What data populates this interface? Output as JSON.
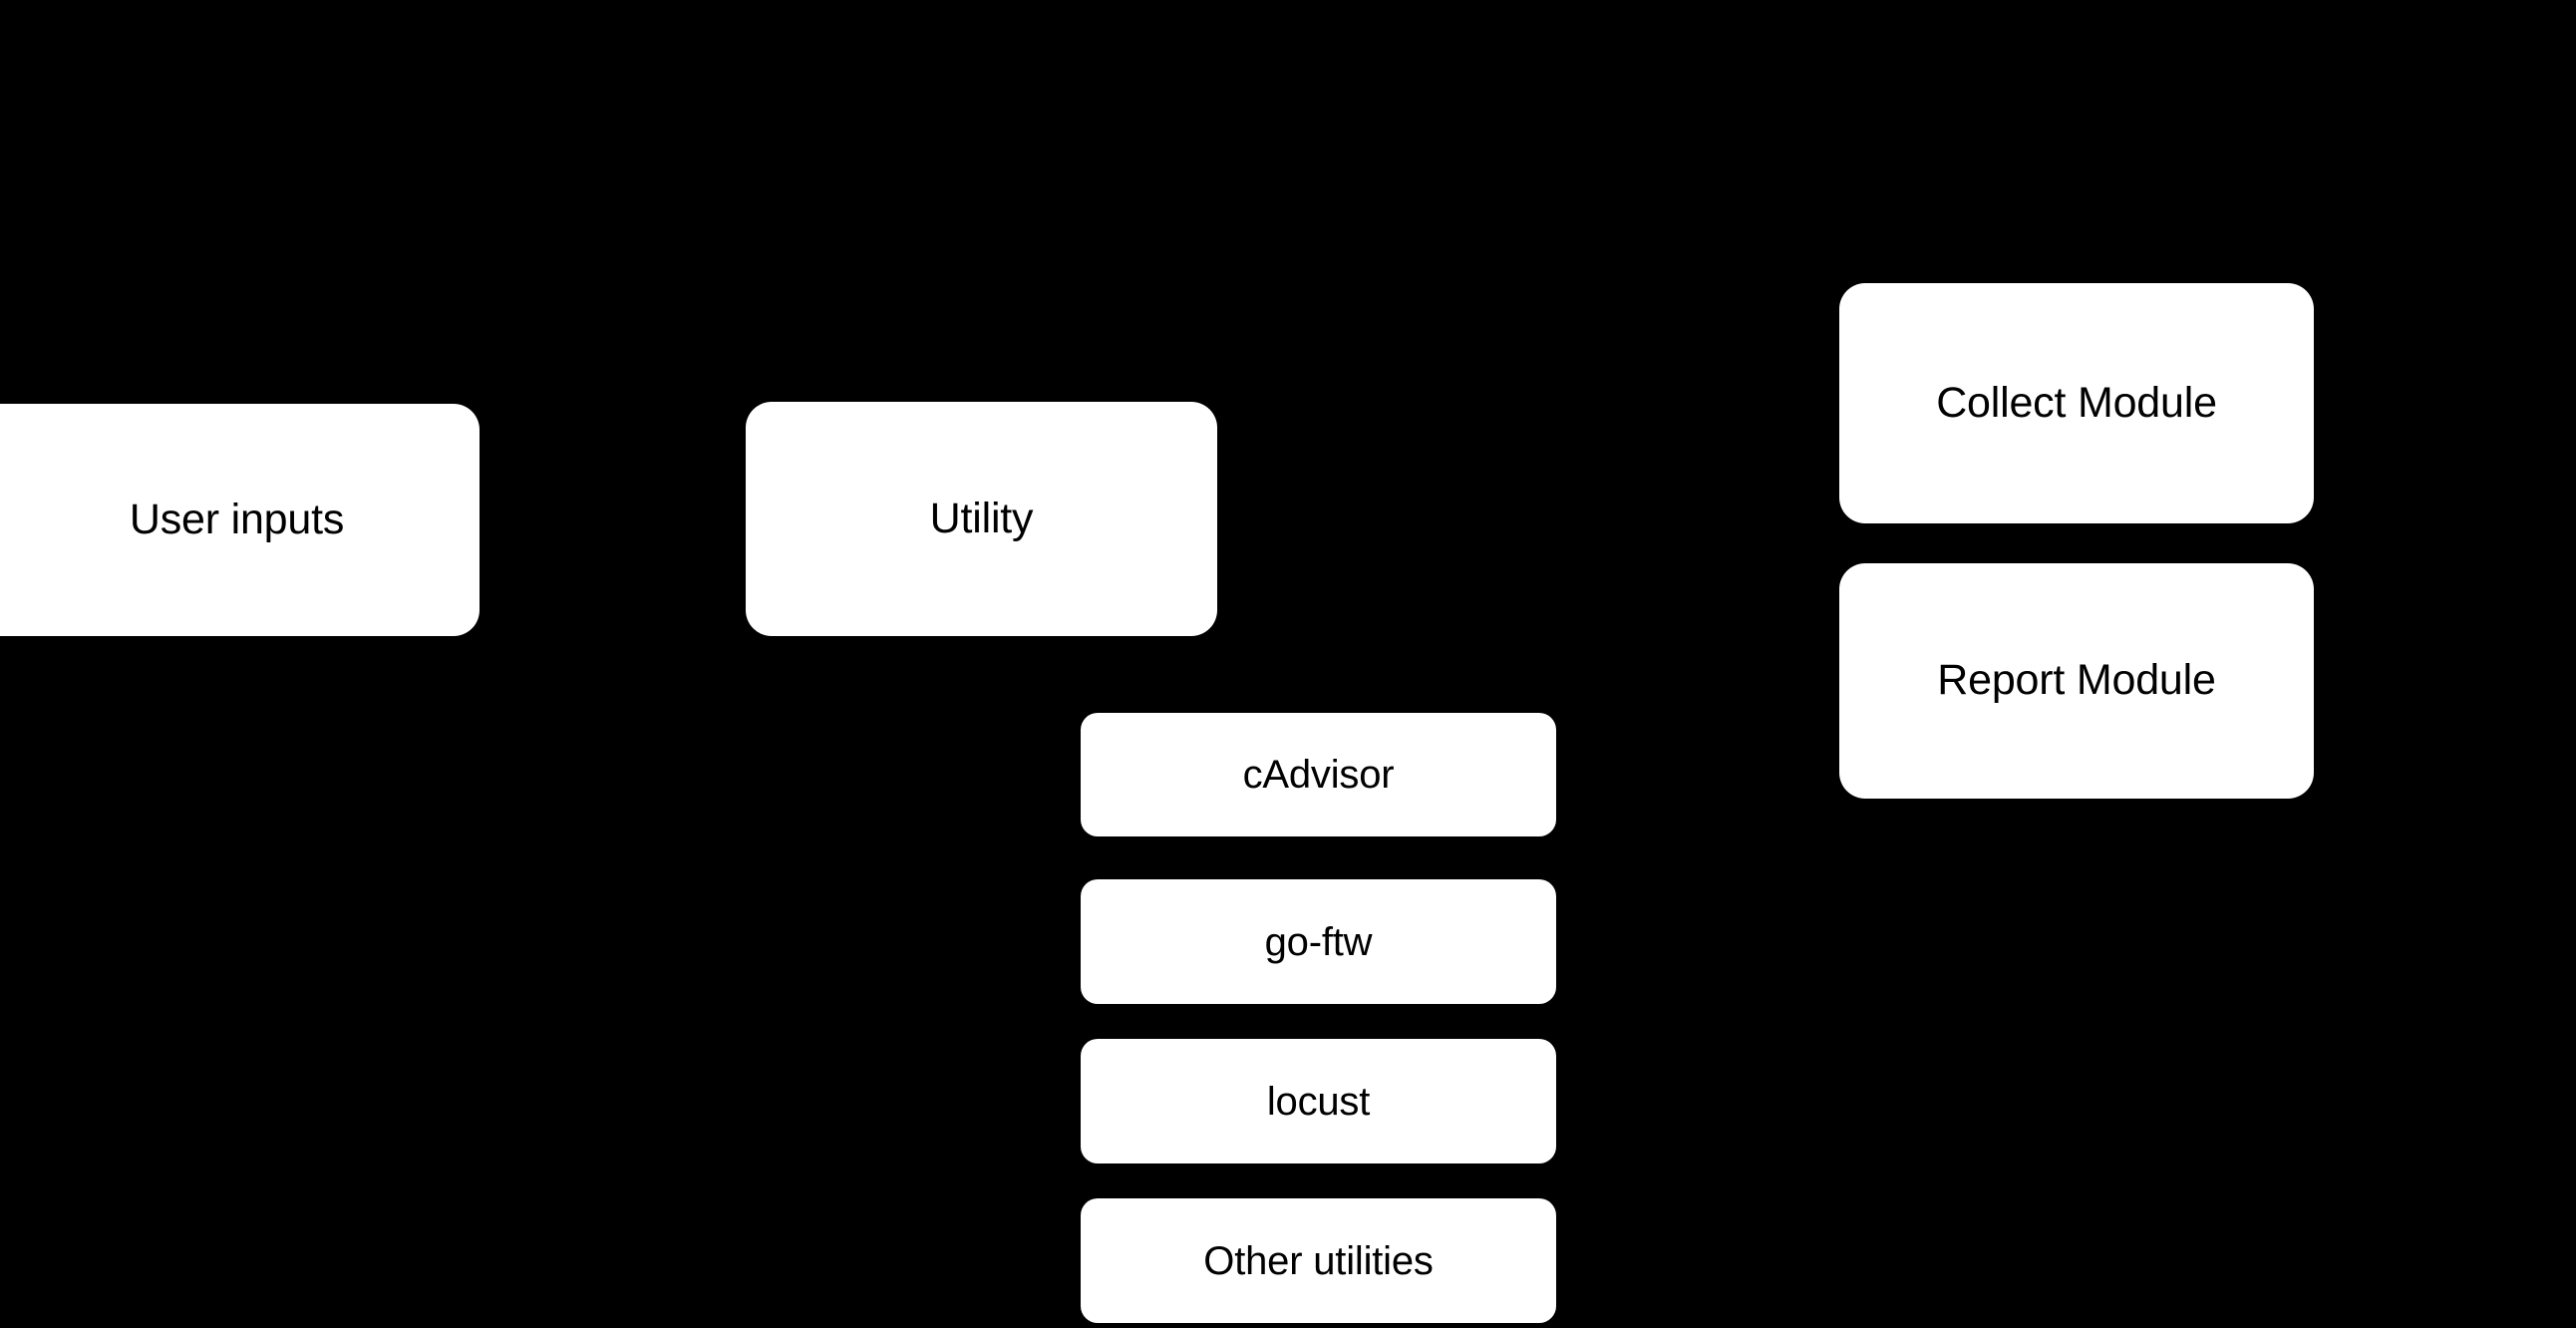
{
  "diagram": {
    "background_color": "#000000",
    "node_fill_color": "#ffffff",
    "node_text_color": "#000000",
    "nodes": [
      {
        "id": "user-inputs",
        "label": "User inputs",
        "group": "inputs"
      },
      {
        "id": "utility",
        "label": "Utility",
        "group": "utility"
      },
      {
        "id": "cadvisor",
        "label": "cAdvisor",
        "group": "utility-items"
      },
      {
        "id": "go-ftw",
        "label": "go-ftw",
        "group": "utility-items"
      },
      {
        "id": "locust",
        "label": "locust",
        "group": "utility-items"
      },
      {
        "id": "other-utilities",
        "label": "Other utilities",
        "group": "utility-items"
      },
      {
        "id": "collect-module",
        "label": "Collect Module",
        "group": "modules"
      },
      {
        "id": "report-module",
        "label": "Report Module",
        "group": "modules"
      }
    ]
  }
}
